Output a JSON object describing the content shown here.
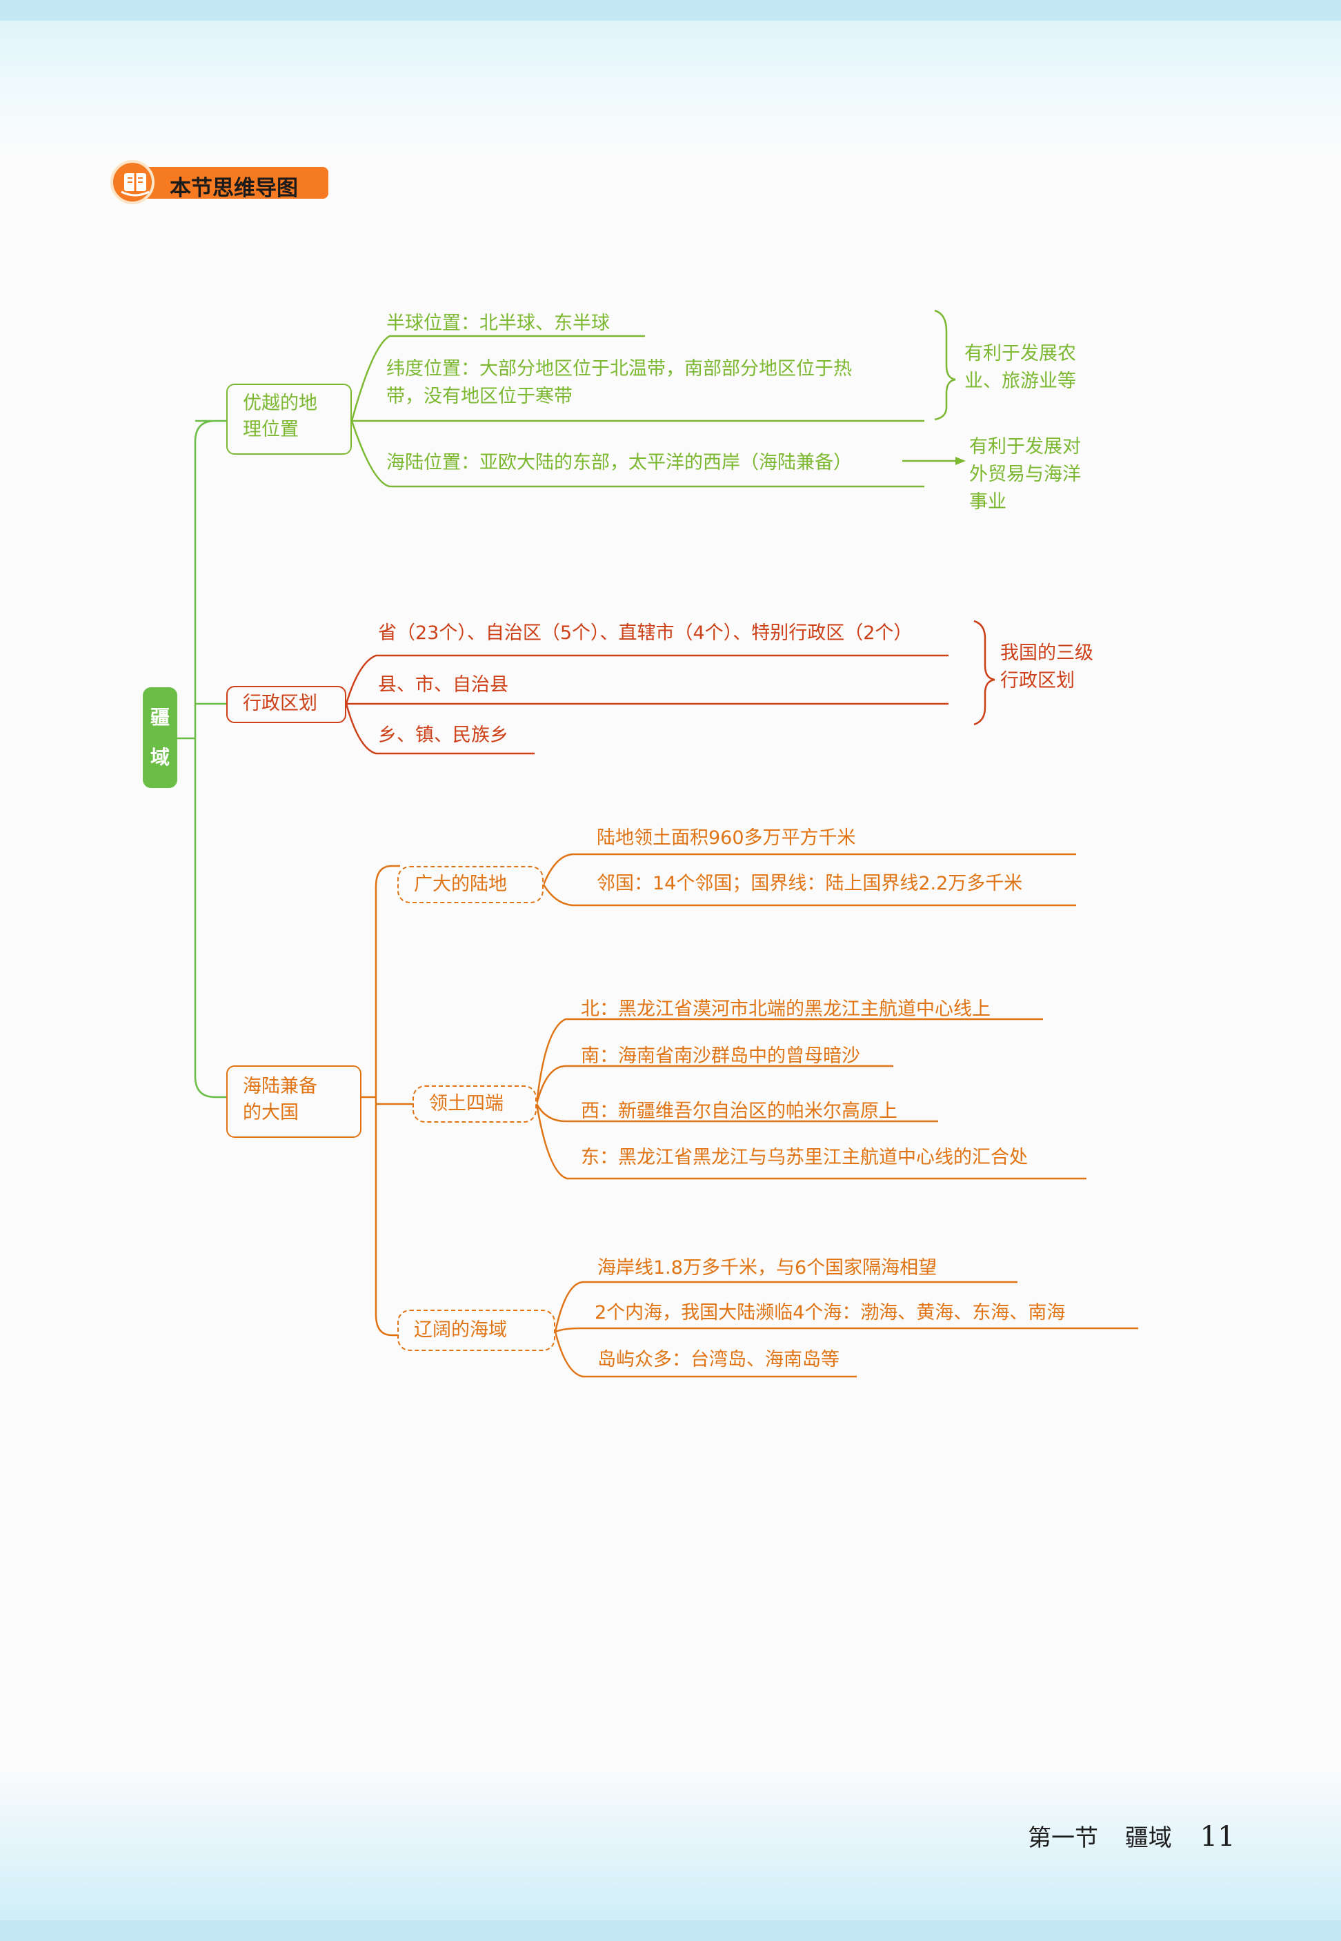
{
  "section_title": "本节思维导图",
  "root": {
    "line1": "疆",
    "line2": "域"
  },
  "branches": [
    {
      "label": "优越的地理位置",
      "label_line1": "优越的地",
      "label_line2": "理位置",
      "color": "#7cb832",
      "items": [
        "半球位置：北半球、东半球",
        "纬度位置：大部分地区位于北温带，南部部分地区位于热",
        "带，没有地区位于寒带",
        "海陆位置：亚欧大陆的东部，太平洋的西岸（海陆兼备）"
      ],
      "notes": [
        {
          "line1": "有利于发展农",
          "line2": "业、旅游业等"
        },
        {
          "line1": "有利于发展对",
          "line2": "外贸易与海洋",
          "line3": "事业"
        }
      ]
    },
    {
      "label": "行政区划",
      "color": "#cc3f17",
      "items": [
        "省（23个）、自治区（5个）、直辖市（4个）、特别行政区（2个）",
        "县、市、自治县",
        "乡、镇、民族乡"
      ],
      "note": {
        "line1": "我国的三级",
        "line2": "行政区划"
      }
    },
    {
      "label": "海陆兼备的大国",
      "label_line1": "海陆兼备",
      "label_line2": "的大国",
      "color": "#e07414",
      "subs": [
        {
          "label": "广大的陆地",
          "items": [
            "陆地领土面积960多万平方千米",
            "邻国：14个邻国；国界线：陆上国界线2.2万多千米"
          ]
        },
        {
          "label": "领土四端",
          "items": [
            "北：黑龙江省漠河市北端的黑龙江主航道中心线上",
            "南：海南省南沙群岛中的曾母暗沙",
            "西：新疆维吾尔自治区的帕米尔高原上",
            "东：黑龙江省黑龙江与乌苏里江主航道中心线的汇合处"
          ]
        },
        {
          "label": "辽阔的海域",
          "items": [
            "海岸线1.8万多千米，与6个国家隔海相望",
            "2个内海，我国大陆濒临4个海：渤海、黄海、东海、南海",
            "岛屿众多：台湾岛、海南岛等"
          ]
        }
      ]
    }
  ],
  "footer": {
    "section": "第一节",
    "topic": "疆域",
    "page": "11"
  },
  "colors": {
    "accent": "#f57a22",
    "root": "#6abd45",
    "green": "#7cb832",
    "red": "#cc3f17",
    "orange": "#e07414"
  },
  "icons": [
    "book-icon"
  ]
}
